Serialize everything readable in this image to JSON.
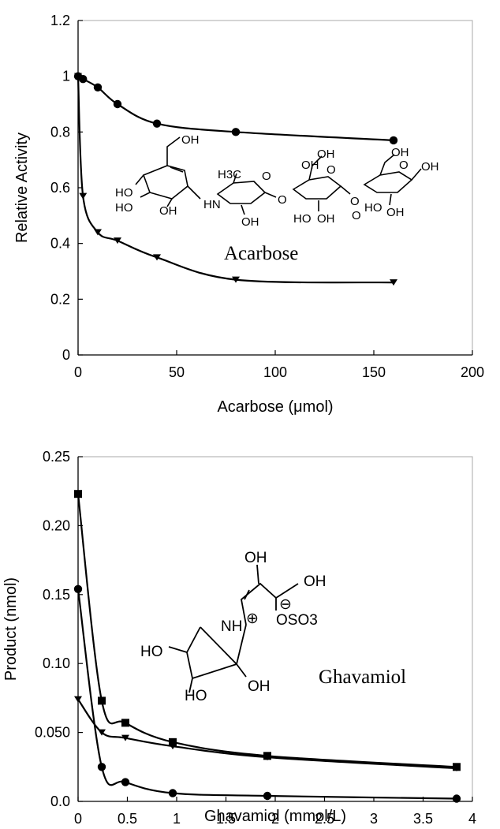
{
  "chart_data": [
    {
      "type": "line",
      "xlabel": "Acarbose (μmol)",
      "ylabel": "Relative Activity",
      "xlim": [
        0,
        200
      ],
      "ylim": [
        0,
        1.2
      ],
      "xticks": [
        "0",
        "50",
        "100",
        "150",
        "200"
      ],
      "yticks": [
        "0",
        "0.2",
        "0.4",
        "0.6",
        "0.8",
        "1",
        "1.2"
      ],
      "annotation": "Acarbose",
      "structure_labels": [
        "OH",
        "HO",
        "HO",
        "OH",
        "HN",
        "H3C",
        "O",
        "O",
        "OH",
        "O",
        "OH",
        "O",
        "HO",
        "OH",
        "O",
        "HO",
        "O",
        "OH",
        "OH",
        "OH",
        "OH"
      ],
      "grid": false,
      "series": [
        {
          "marker": "circle",
          "x": [
            0,
            2.5,
            10,
            20,
            40,
            80,
            160
          ],
          "y": [
            1.0,
            0.99,
            0.96,
            0.9,
            0.83,
            0.8,
            0.77
          ]
        },
        {
          "marker": "triangle-down",
          "x": [
            0,
            2.5,
            10,
            20,
            40,
            80,
            160
          ],
          "y": [
            1.0,
            0.57,
            0.44,
            0.41,
            0.35,
            0.27,
            0.26
          ]
        }
      ]
    },
    {
      "type": "line",
      "xlabel": "Ghavamiol (mmol/L)",
      "ylabel": "Product (nmol)",
      "xlim": [
        0,
        4
      ],
      "ylim": [
        0,
        0.25
      ],
      "xticks": [
        "0",
        "0.5",
        "1",
        "1.5",
        "2",
        "2.5",
        "3",
        "3.5",
        "4"
      ],
      "yticks": [
        "0.0",
        "0.050",
        "0.10",
        "0.15",
        "0.20",
        "0.25"
      ],
      "annotation": "Ghavamiol",
      "structure_labels": [
        "OH",
        "OH",
        "NH",
        "⊕",
        "⊖",
        "OSO3",
        "HO",
        "HO",
        "OH"
      ],
      "grid": false,
      "series": [
        {
          "marker": "square",
          "x": [
            0,
            0.24,
            0.48,
            0.96,
            1.92,
            3.84
          ],
          "y": [
            0.223,
            0.073,
            0.057,
            0.043,
            0.033,
            0.025
          ]
        },
        {
          "marker": "circle",
          "x": [
            0,
            0.24,
            0.48,
            0.96,
            1.92,
            3.84
          ],
          "y": [
            0.154,
            0.025,
            0.014,
            0.006,
            0.004,
            0.002
          ]
        },
        {
          "marker": "triangle-down",
          "x": [
            0,
            0.24,
            0.48,
            0.96,
            1.92,
            3.84
          ],
          "y": [
            0.074,
            0.05,
            0.046,
            0.04,
            0.032,
            0.024
          ]
        }
      ]
    }
  ]
}
